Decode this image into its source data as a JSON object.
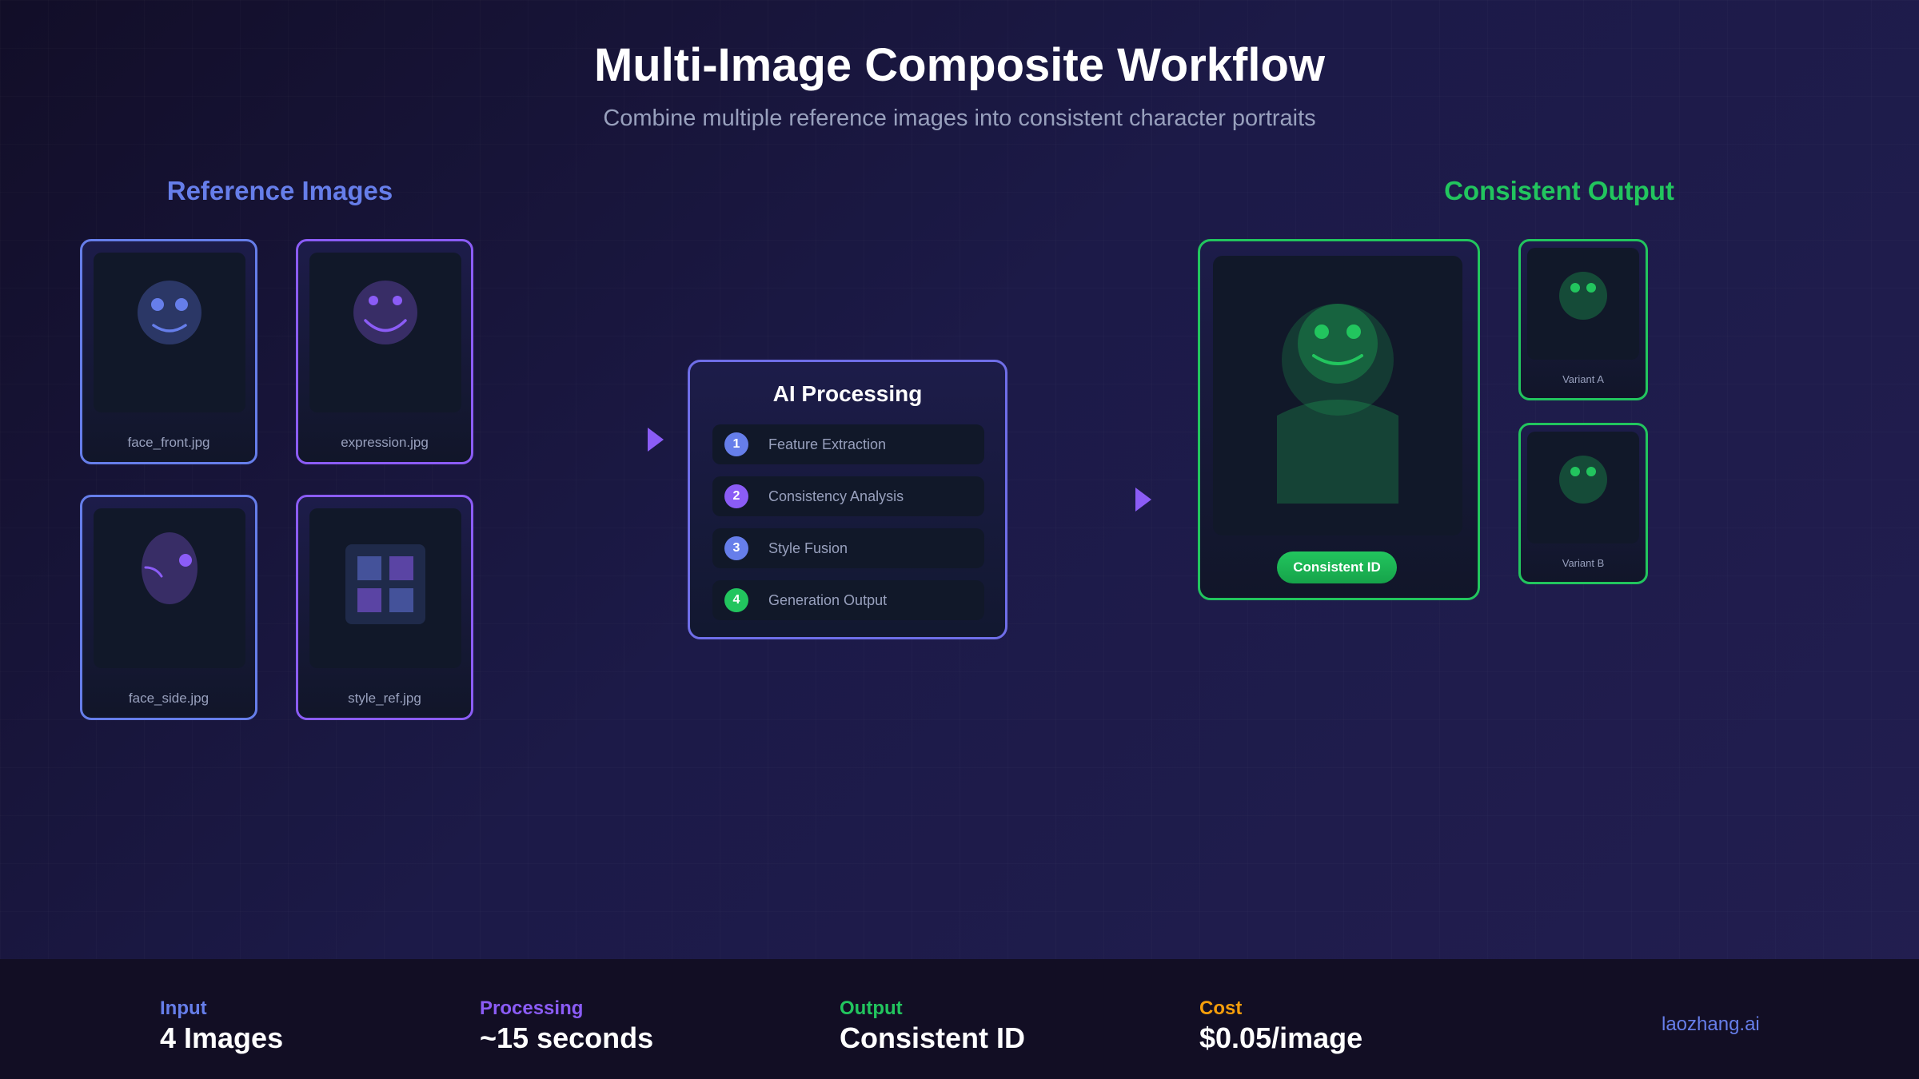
{
  "header": {
    "title": "Multi-Image Composite Workflow",
    "subtitle": "Combine multiple reference images into consistent character portraits"
  },
  "reference": {
    "title": "Reference Images",
    "images": [
      {
        "filename": "face_front.jpg",
        "icon": "smiley-face-front-icon",
        "accent": "#667eea"
      },
      {
        "filename": "expression.jpg",
        "icon": "smiley-face-expression-icon",
        "accent": "#8b5cf6"
      },
      {
        "filename": "face_side.jpg",
        "icon": "face-side-profile-icon",
        "accent": "#667eea"
      },
      {
        "filename": "style_ref.jpg",
        "icon": "style-grid-icon",
        "accent": "#8b5cf6"
      }
    ]
  },
  "processing": {
    "title": "AI Processing",
    "steps": [
      {
        "number": "1",
        "label": "Feature Extraction",
        "color": "#667eea"
      },
      {
        "number": "2",
        "label": "Consistency Analysis",
        "color": "#8b5cf6"
      },
      {
        "number": "3",
        "label": "Style Fusion",
        "color": "#667eea"
      },
      {
        "number": "4",
        "label": "Generation Output",
        "color": "#22c55e"
      }
    ]
  },
  "output": {
    "title": "Consistent Output",
    "main_badge": "Consistent ID",
    "variants": [
      {
        "label": "Variant A"
      },
      {
        "label": "Variant B"
      }
    ]
  },
  "footer": {
    "stats": [
      {
        "label": "Input",
        "value": "4 Images",
        "color": "#667eea"
      },
      {
        "label": "Processing",
        "value": "~15 seconds",
        "color": "#8b5cf6"
      },
      {
        "label": "Output",
        "value": "Consistent ID",
        "color": "#22c55e"
      },
      {
        "label": "Cost",
        "value": "$0.05/image",
        "color": "#f59e0b"
      }
    ],
    "brand": "laozhang.ai"
  },
  "colors": {
    "blue_accent": "#667eea",
    "purple_accent": "#8b5cf6",
    "green_accent": "#22c55e",
    "orange_accent": "#f59e0b"
  }
}
